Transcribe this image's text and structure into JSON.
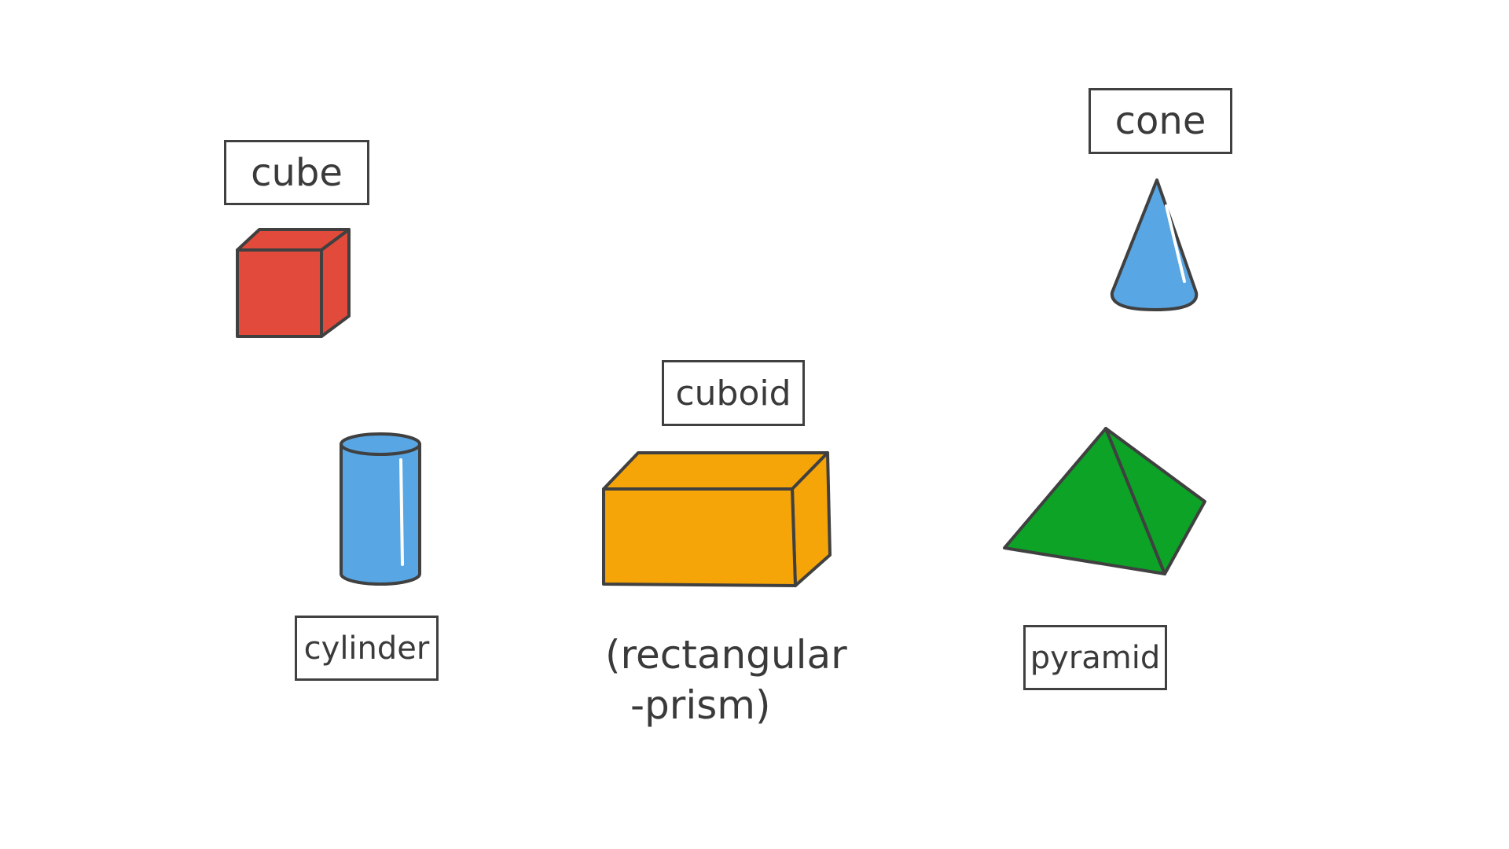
{
  "labels": {
    "cube": "cube",
    "cone": "cone",
    "cuboid": "cuboid",
    "cylinder": "cylinder",
    "pyramid": "pyramid"
  },
  "cuboid_note": {
    "line1": "(rectangular",
    "line2": "-prism)"
  },
  "colors": {
    "cube": "#e24a3b",
    "cylinder": "#58a6e3",
    "cuboid": "#f5a508",
    "cone": "#58a6e3",
    "pyramid": "#0ca327",
    "outline": "#404040"
  }
}
